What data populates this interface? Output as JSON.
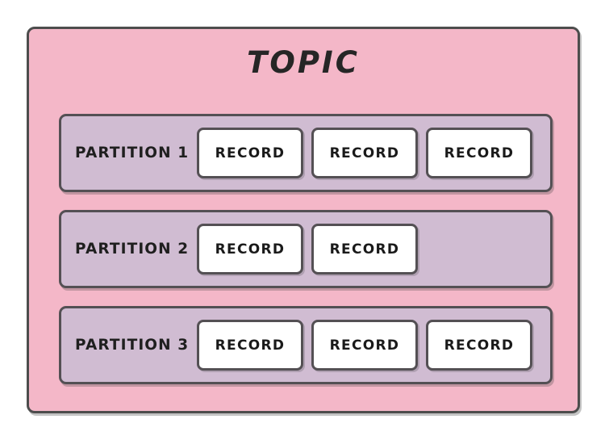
{
  "diagram": {
    "title": "TOPIC",
    "background_color": "#ffffff",
    "topic_fill_color": "#f4b7c8",
    "partition_fill_color": "#d0bcd2",
    "record_fill_color": "#ffffff",
    "border_color": "#4d4d4d",
    "text_color": "#1a1a1a"
  },
  "partitions": [
    {
      "label": "PARTITION 1",
      "records": [
        {
          "label": "RECORD"
        },
        {
          "label": "RECORD"
        },
        {
          "label": "RECORD"
        }
      ]
    },
    {
      "label": "PARTITION 2",
      "records": [
        {
          "label": "RECORD"
        },
        {
          "label": "RECORD"
        }
      ]
    },
    {
      "label": "PARTITION 3",
      "records": [
        {
          "label": "RECORD"
        },
        {
          "label": "RECORD"
        },
        {
          "label": "RECORD"
        }
      ]
    }
  ]
}
